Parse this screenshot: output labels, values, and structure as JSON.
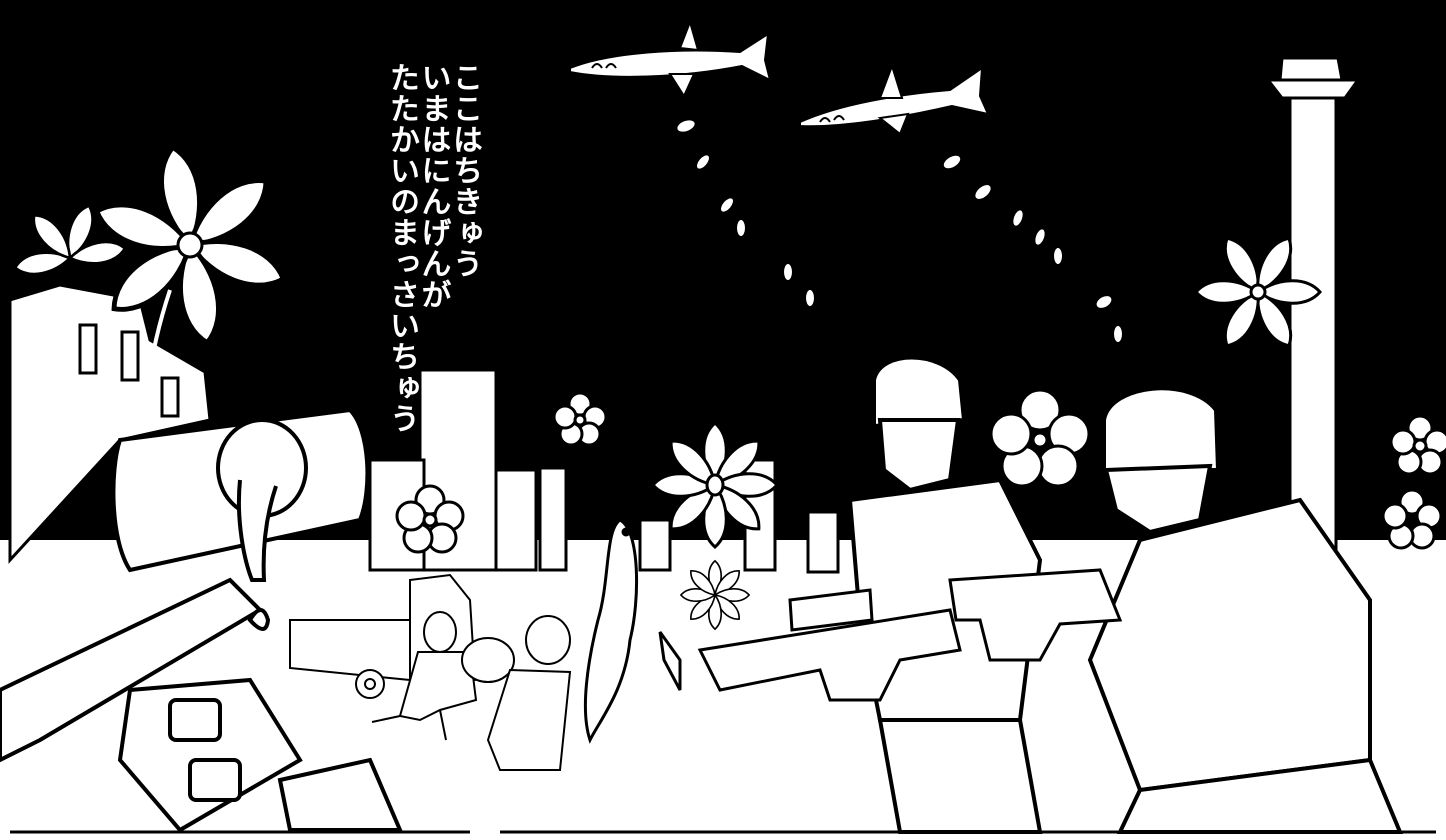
{
  "caption": {
    "lines": [
      "ここはちきゅう",
      "いまはにんげんが",
      "たたかいのまっさいちゅう"
    ]
  },
  "colors": {
    "ink": "#000000",
    "paper": "#ffffff",
    "night_sky": "#000000"
  }
}
